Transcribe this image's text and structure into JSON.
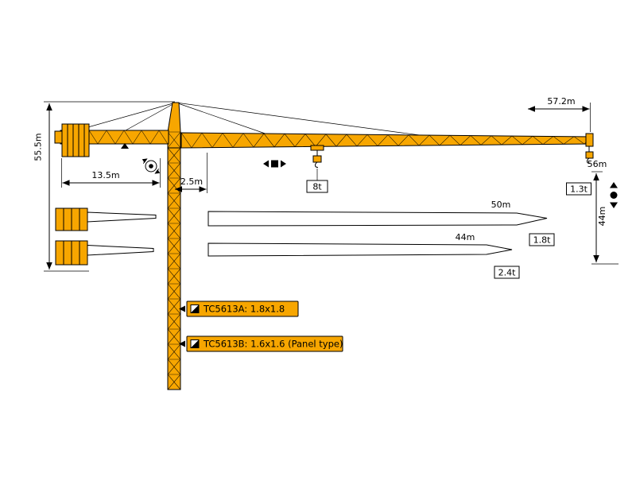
{
  "colors": {
    "crane": "#F7A600",
    "outline": "#000000",
    "background": "#FFFFFF"
  },
  "icons": {
    "slewing": "rotation-arrows-around-axis",
    "trolley_travel": "left-right-arrows-with-square",
    "hoist": "up-down-arrows-with-dot",
    "mast_section": "square-with-diagonal"
  },
  "diagram": {
    "dimensions": {
      "jib_length": "57.2m",
      "tower_height": "55.5m",
      "counter_jib_length": "13.5m",
      "jib_root_offset": "2.5m",
      "tip_radius": "56m",
      "hook_height": "44m"
    },
    "loads": {
      "max": "8t",
      "tip_57": "1.3t",
      "tip_50": "1.8t",
      "tip_44": "2.4t"
    },
    "jib_options": {
      "len_50": "50m",
      "len_44": "44m"
    },
    "mast_types": {
      "a": "TC5613A: 1.8x1.8",
      "b": "TC5613B: 1.6x1.6 (Panel type)"
    }
  }
}
